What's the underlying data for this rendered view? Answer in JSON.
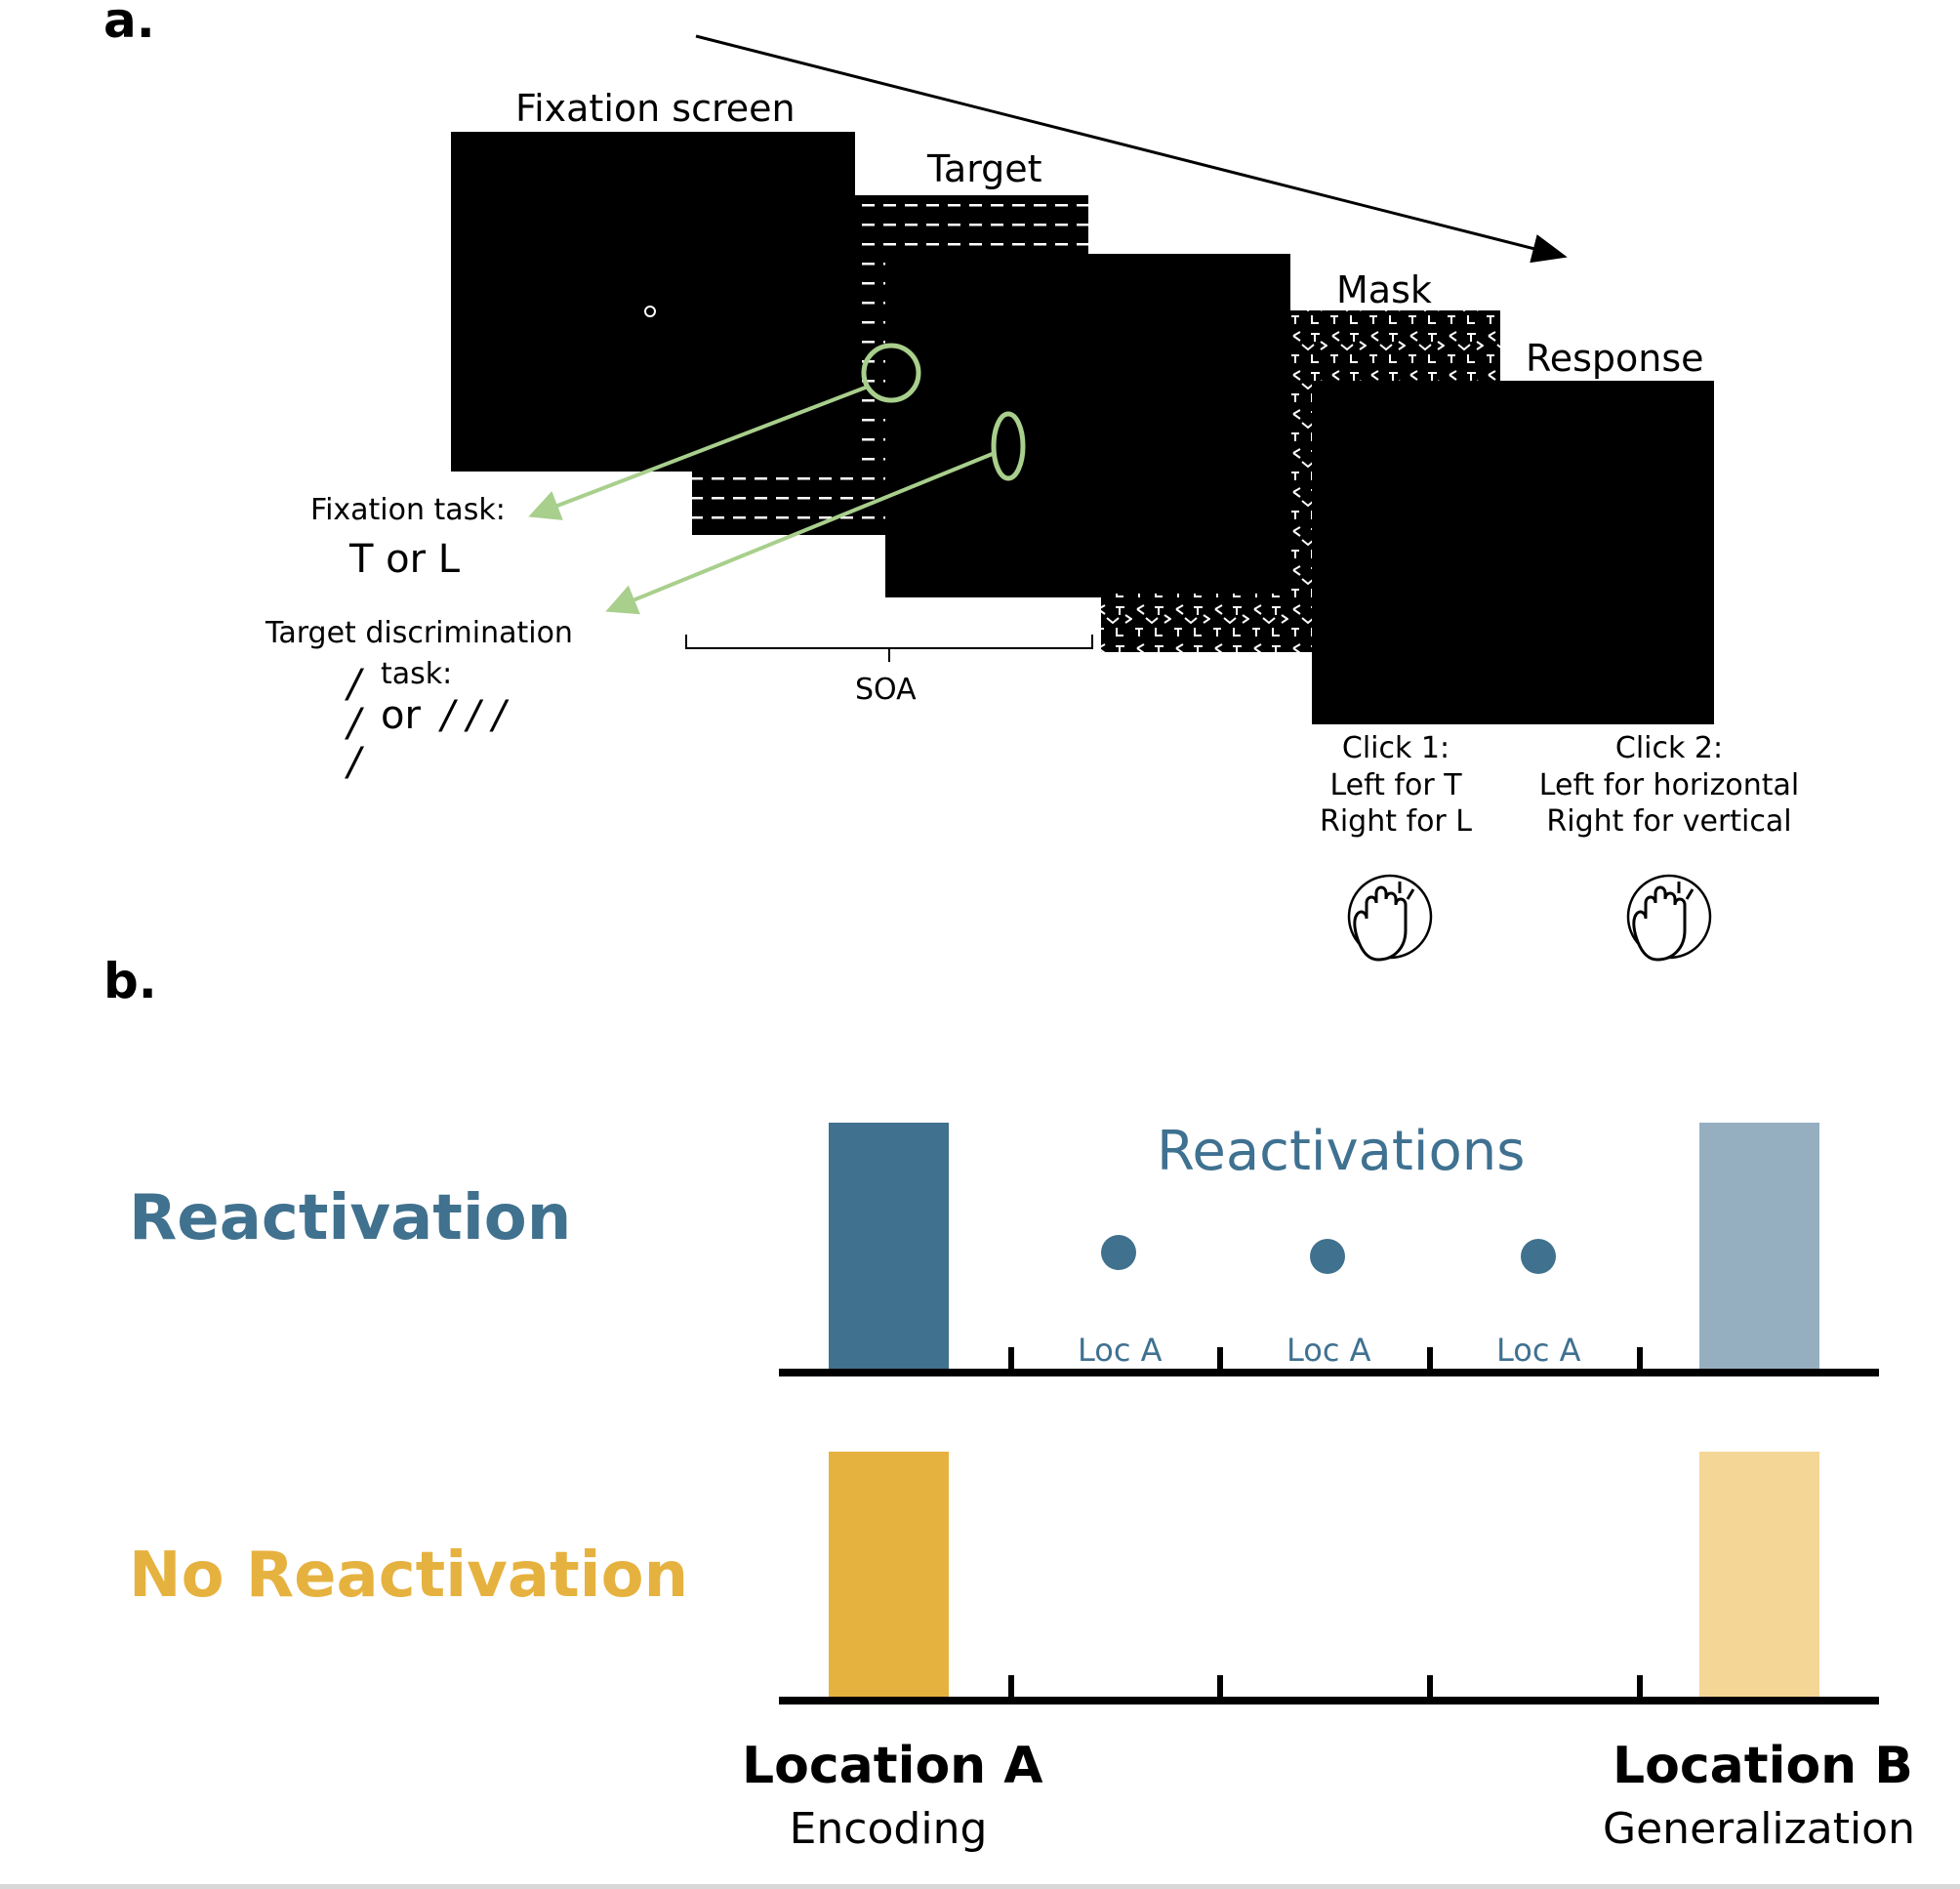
{
  "panel_a": {
    "letter": "a.",
    "screens": {
      "fixation": "Fixation screen",
      "target": "Target",
      "mask": "Mask",
      "response": "Response"
    },
    "soa_label": "SOA",
    "fixation_task": {
      "title": "Fixation task:",
      "options": "T or L"
    },
    "target_task": {
      "title": "Target discrimination",
      "subtitle": "task:",
      "or": "or",
      "horizontal_glyphs": "/ / /",
      "vertical_glyph": "/"
    },
    "click1": {
      "line1": "Click 1:",
      "line2": "Left for T",
      "line3": "Right for L"
    },
    "click2": {
      "line1": "Click 2:",
      "line2": "Left for horizontal",
      "line3": "Right for vertical"
    },
    "icons": [
      "hand-click-icon",
      "hand-click-icon"
    ],
    "colors": {
      "annotation_green": "#a8cf8c",
      "screen": "#000000"
    }
  },
  "panel_b": {
    "letter": "b.",
    "reactivation_label": "Reactivation",
    "no_reactivation_label": "No Reactivation",
    "reactivations_title": "Reactivations",
    "loc_ticks": [
      "Loc A",
      "Loc A",
      "Loc A"
    ],
    "location_a": {
      "title": "Location A",
      "subtitle": "Encoding"
    },
    "location_b": {
      "title": "Location B",
      "subtitle": "Generalization"
    },
    "colors": {
      "reactivation_dark": "#40718e",
      "reactivation_light": "#95afc1",
      "no_reactivation_dark": "#e6b23f",
      "no_reactivation_light": "#f4d796"
    }
  }
}
